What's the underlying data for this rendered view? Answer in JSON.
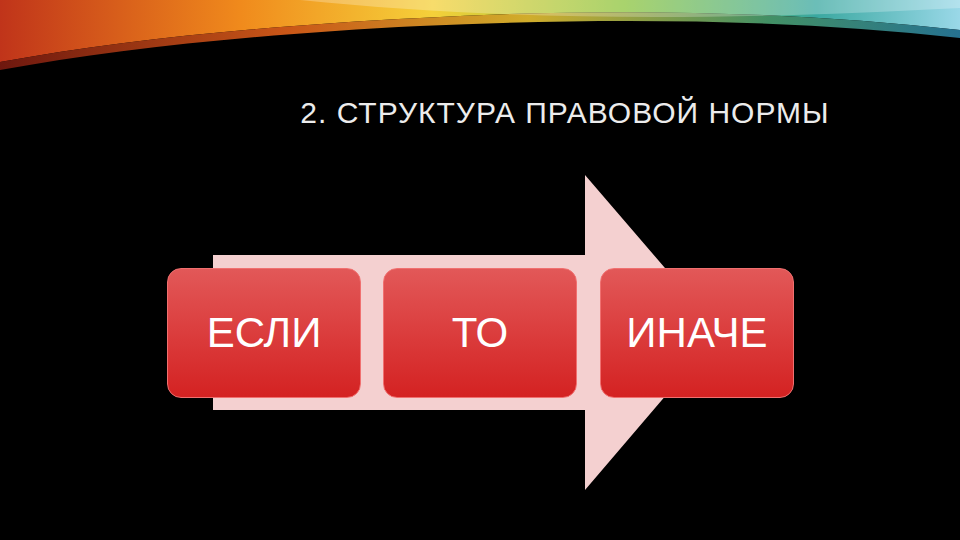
{
  "diagram": {
    "title": "2. СТРУКТУРА ПРАВОВОЙ НОРМЫ",
    "nodes": [
      {
        "text": [
          "ЕСЛИ"
        ]
      },
      {
        "text": [
          "ТО"
        ]
      },
      {
        "text": [
          "ИНАЧЕ"
        ]
      }
    ]
  }
}
